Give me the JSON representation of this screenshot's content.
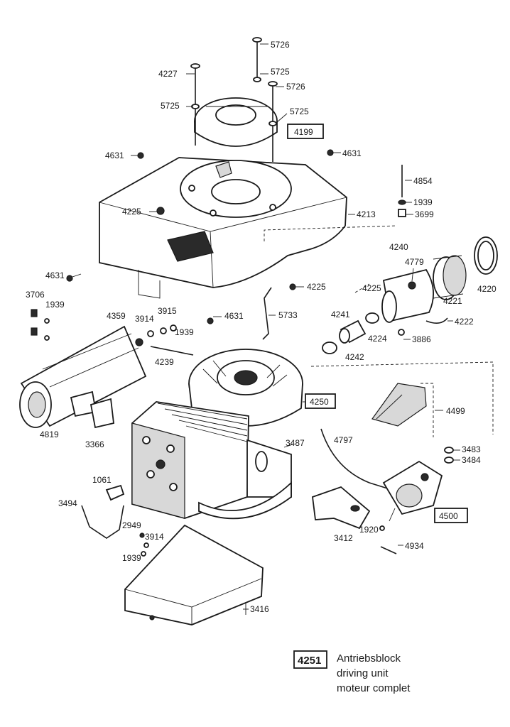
{
  "labels": {
    "l5726a": "5726",
    "l4227": "4227",
    "l5725a": "5725",
    "l5726b": "5726",
    "l5725b": "5725",
    "l5725c": "5725",
    "l4199": "4199",
    "l4631a": "4631",
    "l4631b": "4631",
    "l4854": "4854",
    "l1939a": "1939",
    "l3699": "3699",
    "l4225a": "4225",
    "l4213": "4213",
    "l4240": "4240",
    "l4779": "4779",
    "l4220": "4220",
    "l4631c": "4631",
    "l4225b": "4225",
    "l4225c": "4225",
    "l4221": "4221",
    "l3706": "3706",
    "l1939b": "1939",
    "l4359": "4359",
    "l3914a": "3914",
    "l3915": "3915",
    "l4631d": "4631",
    "l1939c": "1939",
    "l5733": "5733",
    "l4241": "4241",
    "l4224": "4224",
    "l4222": "4222",
    "l3886": "3886",
    "l4239": "4239",
    "l4242": "4242",
    "l4250": "4250",
    "l4499": "4499",
    "l4819": "4819",
    "l3366": "3366",
    "l4797": "4797",
    "l3487": "3487",
    "l3483": "3483",
    "l3484": "3484",
    "l1061": "1061",
    "l3494": "3494",
    "l4500": "4500",
    "l2949": "2949",
    "l3914b": "3914",
    "l1939d": "1939",
    "l3412": "3412",
    "l1920": "1920",
    "l4934": "4934",
    "l3416": "3416"
  },
  "legend": {
    "code": "4251",
    "line_de": "Antriebsblock",
    "line_en": "driving unit",
    "line_fr": "moteur complet"
  }
}
